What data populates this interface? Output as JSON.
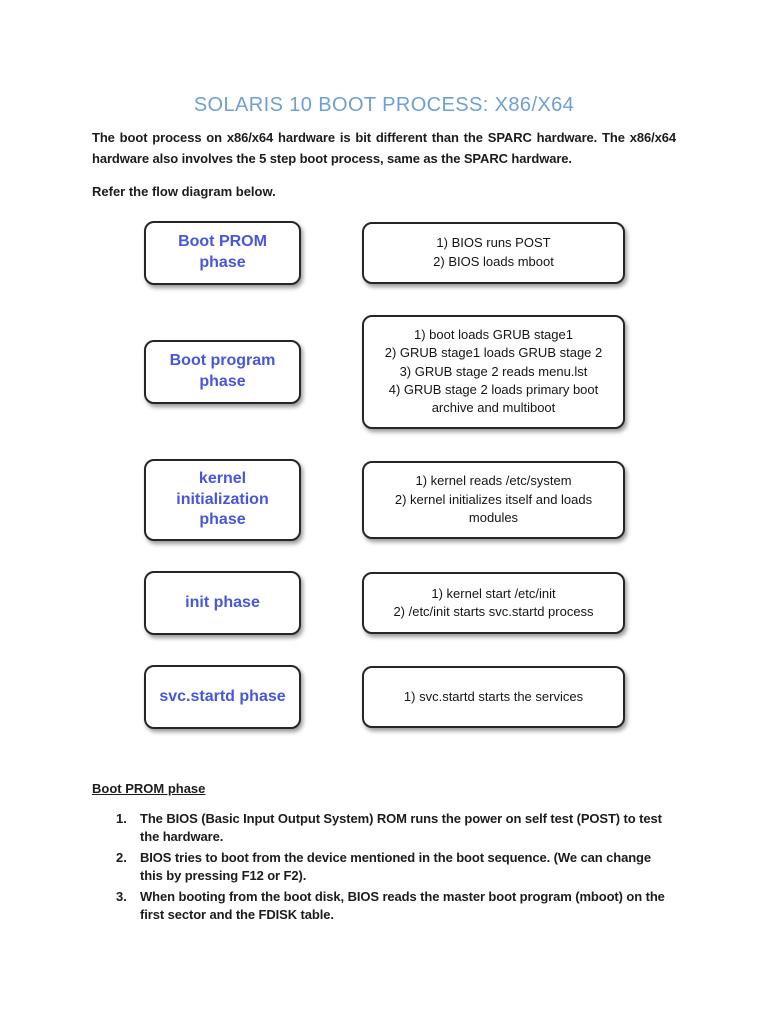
{
  "page": {
    "title": "SOLARIS 10 BOOT PROCESS: X86/X64",
    "intro": "The boot process on x86/x64 hardware is bit different than the SPARC hardware. The x86/x64 hardware also involves the 5 step boot process, same as the SPARC hardware.",
    "refer": "Refer the flow diagram below."
  },
  "diagram": {
    "rows": [
      {
        "phase": "Boot PROM phase",
        "details": [
          "1) BIOS runs POST",
          "2) BIOS loads mboot"
        ]
      },
      {
        "phase": "Boot program phase",
        "details": [
          "1) boot loads GRUB stage1",
          "2) GRUB stage1 loads GRUB stage 2",
          "3) GRUB stage 2 reads menu.lst",
          "4) GRUB stage 2 loads primary boot archive and multiboot"
        ]
      },
      {
        "phase": "kernel initialization phase",
        "details": [
          "1) kernel reads /etc/system",
          "2) kernel initializes itself and loads modules"
        ]
      },
      {
        "phase": "init phase",
        "details": [
          "1) kernel start /etc/init",
          "2) /etc/init starts svc.startd process"
        ]
      },
      {
        "phase": "svc.startd phase",
        "details": [
          "1) svc.startd starts the services"
        ]
      }
    ]
  },
  "section": {
    "heading": "Boot PROM phase",
    "items": [
      {
        "num": "1.",
        "text": "The BIOS (Basic Input Output System) ROM runs the power on self test (POST) to test the hardware."
      },
      {
        "num": "2.",
        "text": "BIOS tries to boot from the device mentioned in the boot sequence. (We can change this by pressing F12 or F2)."
      },
      {
        "num": "3.",
        "text": "When booting from the boot disk, BIOS reads the master boot program (mboot) on the first sector and the FDISK table."
      }
    ]
  },
  "colors": {
    "title_blue": "#6f9fd8",
    "phase_text_blue": "#4656e3",
    "box_border": "#262626",
    "body_text": "#1c1c1c"
  }
}
